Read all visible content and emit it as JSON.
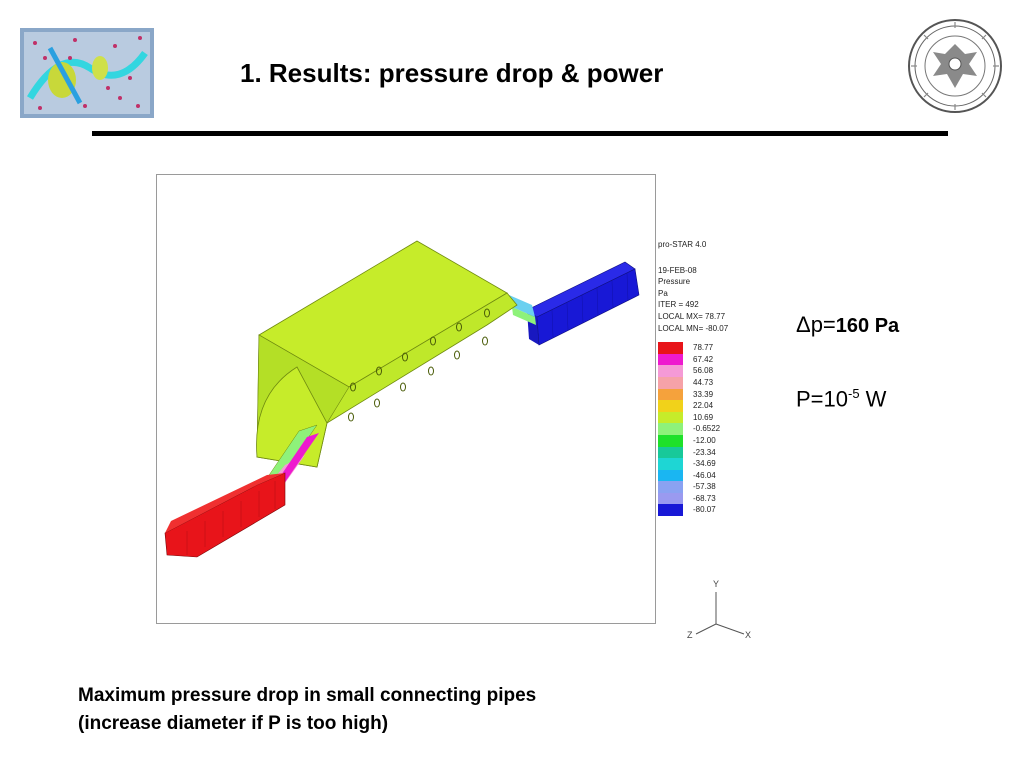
{
  "slide": {
    "title": "1. Results: pressure drop & power",
    "caption_lines": [
      "Maximum pressure drop in small connecting pipes",
      "(increase diameter if P is too high)"
    ]
  },
  "formulas": {
    "dp_label": "Δp=",
    "dp_value": "160 Pa",
    "power_base": "P=10",
    "power_exp": "-5",
    "power_unit": " W"
  },
  "legend": {
    "software": "pro-STAR 4.0",
    "date": "19-FEB-08",
    "quantity": "Pressure",
    "unit": "Pa",
    "iter": "ITER =     492",
    "local_mx": "LOCAL MX= 78.77",
    "local_mn": "LOCAL MN= -80.07",
    "levels": [
      {
        "value": "78.77",
        "color": "#e8141a"
      },
      {
        "value": "67.42",
        "color": "#ee1acf"
      },
      {
        "value": "56.08",
        "color": "#f59ad6"
      },
      {
        "value": "44.73",
        "color": "#f6a2a8"
      },
      {
        "value": "33.39",
        "color": "#f5a23c"
      },
      {
        "value": "22.04",
        "color": "#f1d21a"
      },
      {
        "value": "10.69",
        "color": "#c6ec2a"
      },
      {
        "value": "-0.6522",
        "color": "#8ef27a"
      },
      {
        "value": "-12.00",
        "color": "#1ee12a"
      },
      {
        "value": "-23.34",
        "color": "#18c99a"
      },
      {
        "value": "-34.69",
        "color": "#1ed6d4"
      },
      {
        "value": "-46.04",
        "color": "#1ab6f2"
      },
      {
        "value": "-57.38",
        "color": "#8aa2f2"
      },
      {
        "value": "-68.73",
        "color": "#9a9af0"
      },
      {
        "value": "-80.07",
        "color": "#1818d6"
      }
    ]
  },
  "axes": {
    "y": "Y",
    "x": "X",
    "z": "Z"
  },
  "colors": {
    "high_pressure": "#e8141a",
    "body": "#c3ef32",
    "low_pressure": "#1818d6"
  }
}
